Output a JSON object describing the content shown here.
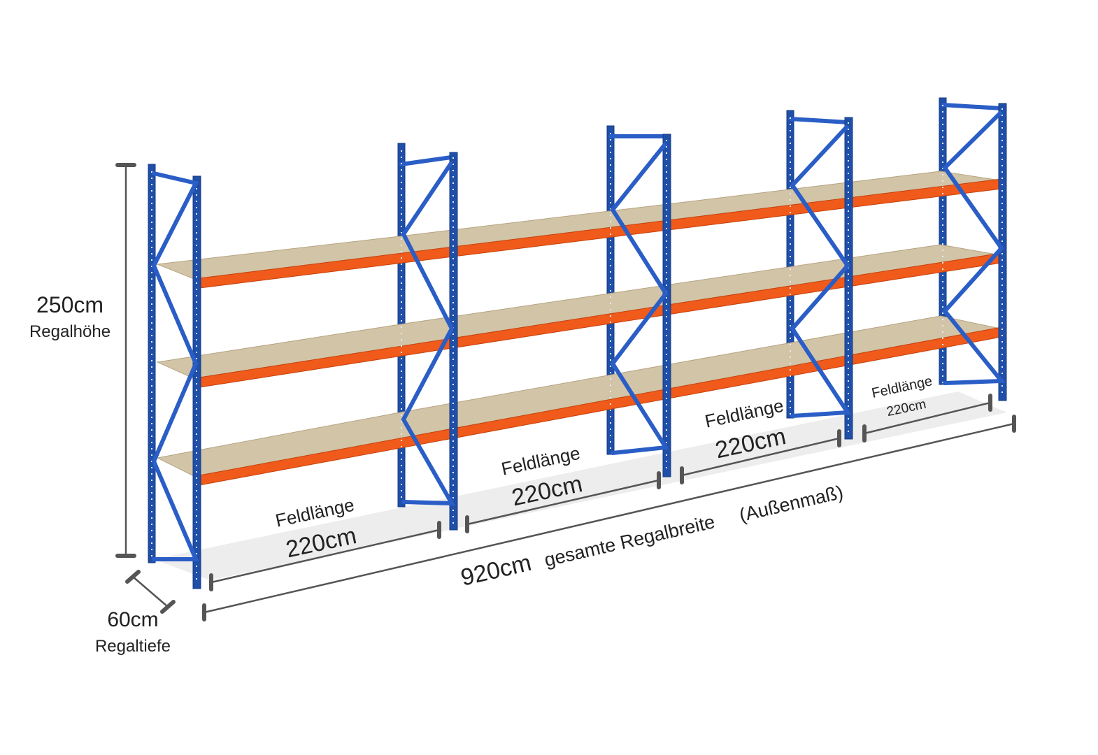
{
  "dimensions": {
    "height_value": "250cm",
    "height_label": "Regalhöhe",
    "depth_value": "60cm",
    "depth_label": "Regaltiefe",
    "total_width_value": "920cm",
    "total_width_label": "gesamte Regalbreite",
    "total_width_note": "(Außenmaß)"
  },
  "bays": [
    {
      "label": "Feldlänge",
      "value": "220cm"
    },
    {
      "label": "Feldlänge",
      "value": "220cm"
    },
    {
      "label": "Feldlänge",
      "value": "220cm"
    },
    {
      "label": "Feldlänge",
      "value": "220cm"
    }
  ],
  "colors": {
    "upright": "#1f4fa8",
    "beam": "#f05a1a",
    "deck": "#d2c4a7",
    "dimension_line": "#555555"
  }
}
